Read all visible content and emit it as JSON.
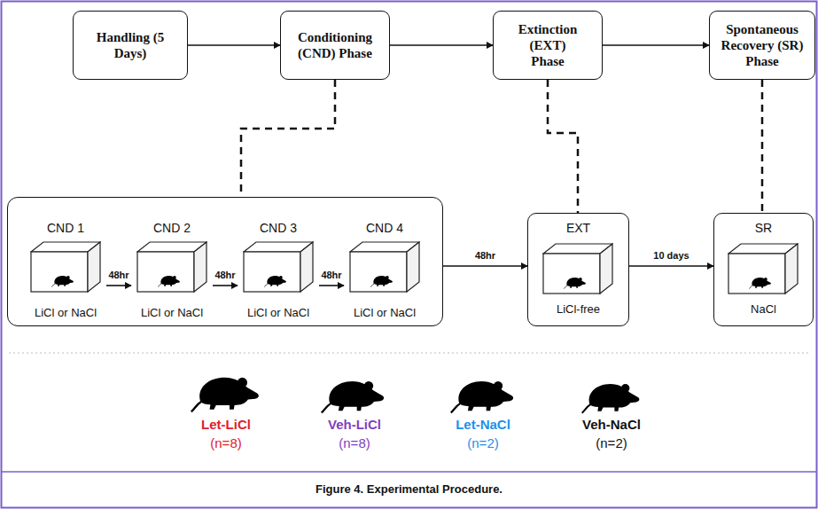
{
  "diagram": {
    "caption": "Figure 4. Experimental Procedure.",
    "nodes": [
      {
        "text": [
          "Handling (5 Days)"
        ]
      },
      {
        "text": [
          "Conditioning (CND) Phase"
        ]
      },
      {
        "text": [
          "Extinction (EXT) Phase"
        ]
      },
      {
        "text": [
          "Spontaneous Recovery (SR) Phase"
        ]
      },
      {
        "text": []
      },
      {
        "text": [
          "CND 1",
          "LiCl or NaCl"
        ],
        "in": 4
      },
      {
        "text": [
          "CND 2",
          "LiCl or NaCl"
        ],
        "in": 4
      },
      {
        "text": [
          "CND 3",
          "LiCl or NaCl"
        ],
        "in": 4
      },
      {
        "text": [
          "CND 4",
          "LiCl or NaCl"
        ],
        "in": 4
      },
      {
        "text": [
          "EXT",
          "LiCl-free"
        ]
      },
      {
        "text": [
          "SR",
          "NaCl"
        ]
      }
    ],
    "edges": [
      {
        "from": 0,
        "to": 1,
        "arrow": "to"
      },
      {
        "from": 1,
        "to": 2,
        "arrow": "to"
      },
      {
        "from": 2,
        "to": 3,
        "arrow": "to"
      },
      {
        "from": 1,
        "to": 4,
        "arrow": "none"
      },
      {
        "from": 2,
        "to": 9,
        "arrow": "none"
      },
      {
        "from": 3,
        "to": 10,
        "arrow": "none"
      },
      {
        "from": 5,
        "to": 6,
        "label": "48hr",
        "arrow": "to"
      },
      {
        "from": 6,
        "to": 7,
        "label": "48hr",
        "arrow": "to"
      },
      {
        "from": 7,
        "to": 8,
        "label": "48hr",
        "arrow": "to"
      },
      {
        "from": 4,
        "to": 9,
        "label": "48hr",
        "arrow": "to"
      },
      {
        "from": 9,
        "to": 10,
        "label": "10 days",
        "arrow": "to"
      }
    ],
    "labels": [
      "Let-LiCl",
      "(n=8)",
      "Veh-LiCl",
      "(n=8)",
      "Let-NaCl",
      "(n=2)",
      "Veh-NaCl",
      "(n=2)"
    ]
  }
}
